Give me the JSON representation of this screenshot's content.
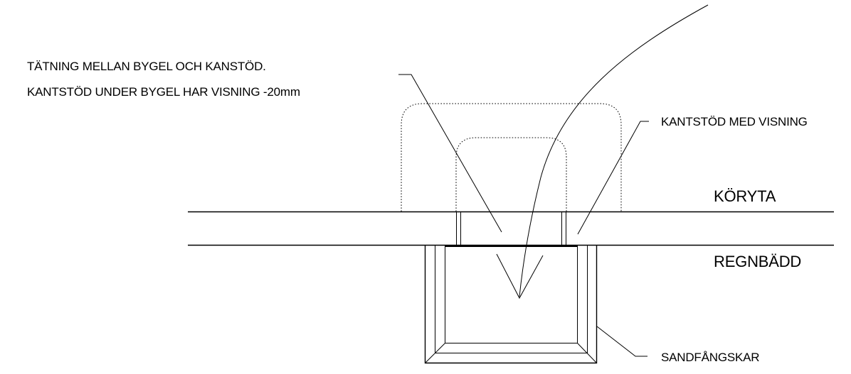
{
  "labels": {
    "seal_note_line1": "TÄTNING MELLAN BYGEL OCH KANSTÖD.",
    "seal_note_line2": "KANTSTÖD UNDER BYGEL HAR VISNING -20mm",
    "kerb_note": "KANTSTÖD MED VISNING",
    "road_surface": "KÖRYTA",
    "rain_bed": "REGNBÄDD",
    "sand_trap": "SANDFÅNGSKAR"
  },
  "colors": {
    "line": "#000000",
    "background": "#ffffff"
  }
}
